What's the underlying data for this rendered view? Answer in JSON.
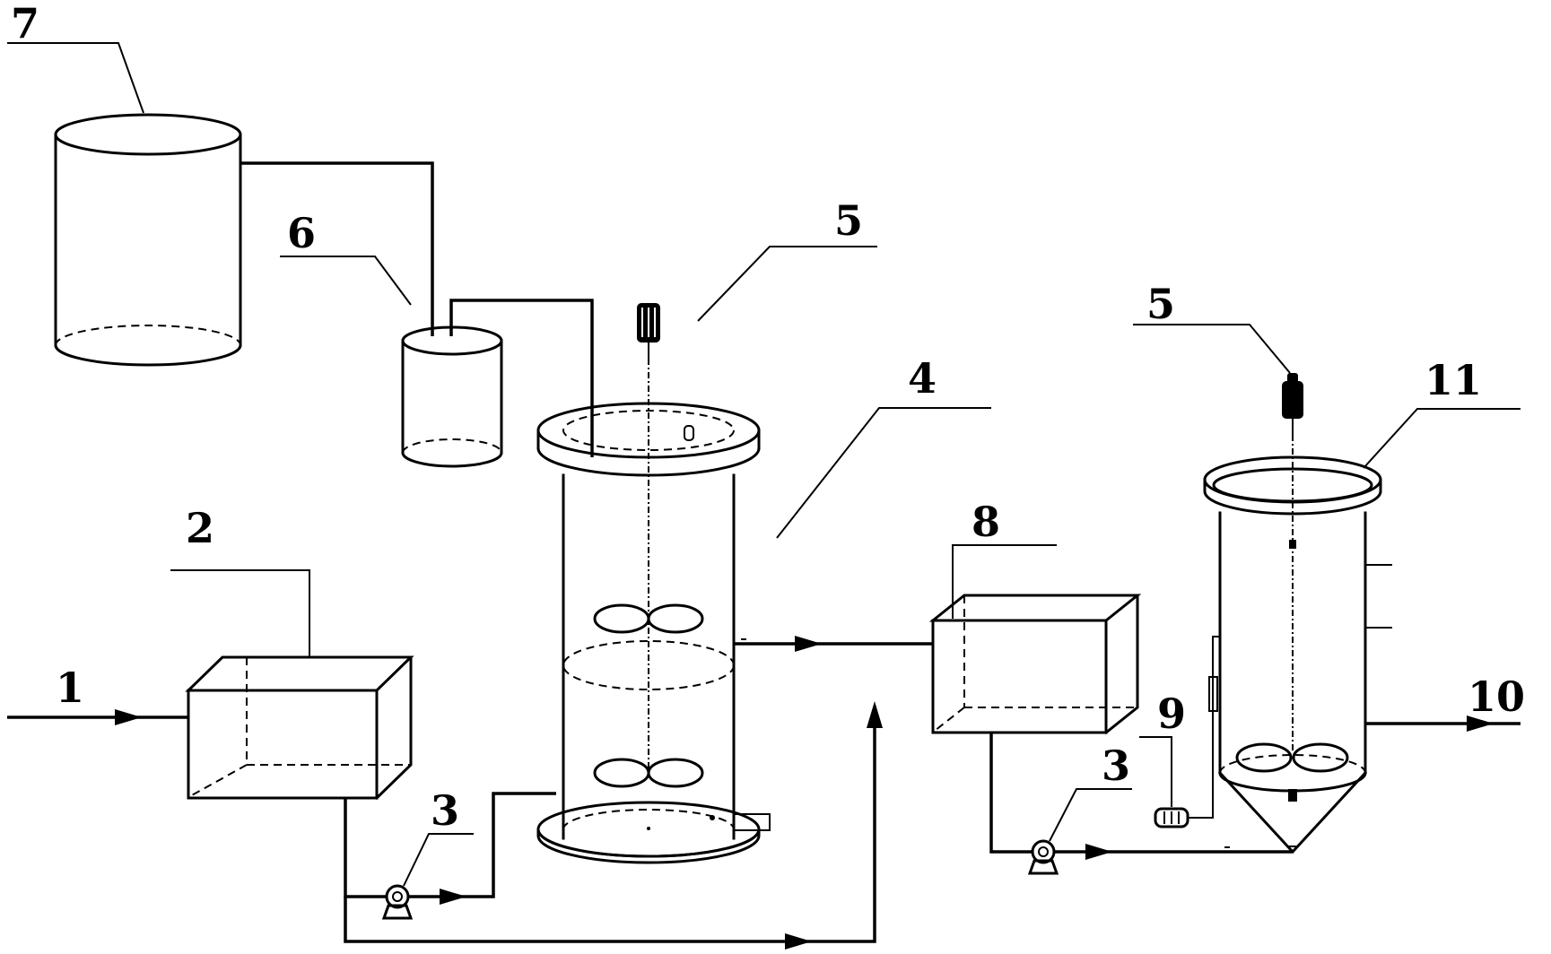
{
  "labels": {
    "feed": "1",
    "tank": "2",
    "pump_a": "3",
    "pump_b": "3",
    "main_reactor": "4",
    "stirrer_a": "5",
    "stirrer_b": "5",
    "small_vessel": "6",
    "storage_tank": "7",
    "buffer_tank": "8",
    "aerator": "9",
    "outlet": "10",
    "settling_reactor": "11"
  }
}
